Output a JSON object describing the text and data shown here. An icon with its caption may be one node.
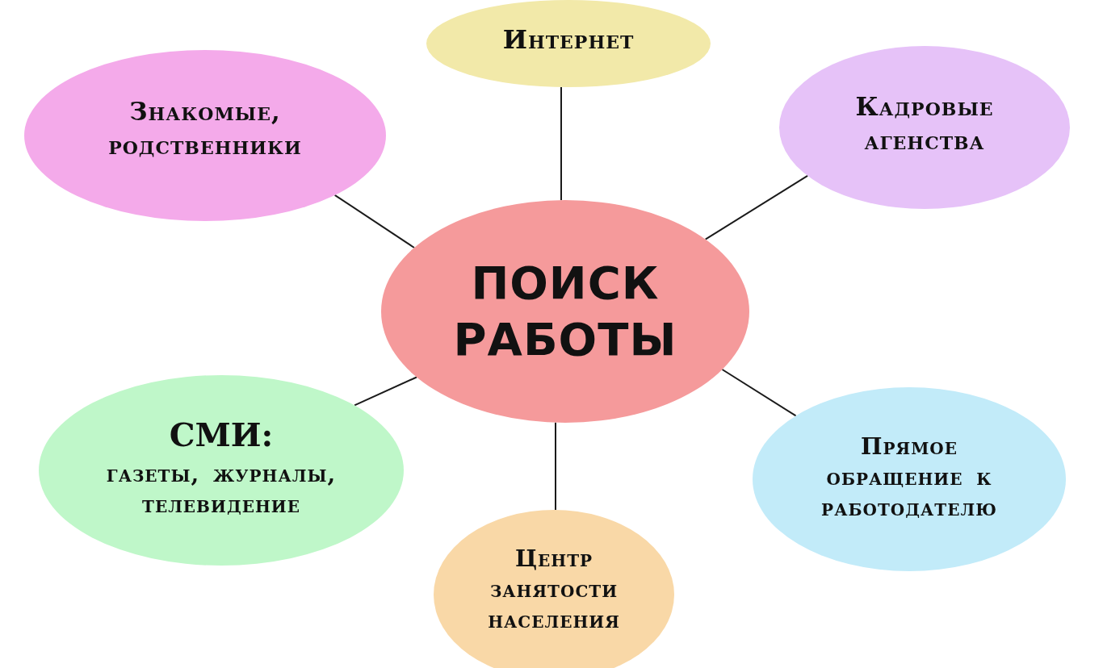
{
  "diagram": {
    "nodes": [
      {
        "text": [
          "Интернет"
        ]
      },
      {
        "text": [
          "Знакомые, родственники"
        ]
      },
      {
        "text": [
          "Кадровые агенства"
        ]
      },
      {
        "text": [
          "ПОИСК РАБОТЫ"
        ]
      },
      {
        "text": [
          "СМИ:",
          "газеты, журналы, телевидение"
        ]
      },
      {
        "text": [
          "Прямое обращение к работодателю"
        ]
      },
      {
        "text": [
          "Центр занятости населения"
        ]
      }
    ],
    "edges": [
      {
        "from": 3,
        "to": 0,
        "arrow": "none"
      },
      {
        "from": 3,
        "to": 1,
        "arrow": "none"
      },
      {
        "from": 3,
        "to": 2,
        "arrow": "none"
      },
      {
        "from": 3,
        "to": 4,
        "arrow": "none"
      },
      {
        "from": 3,
        "to": 5,
        "arrow": "none"
      },
      {
        "from": 3,
        "to": 6,
        "arrow": "none"
      }
    ]
  }
}
